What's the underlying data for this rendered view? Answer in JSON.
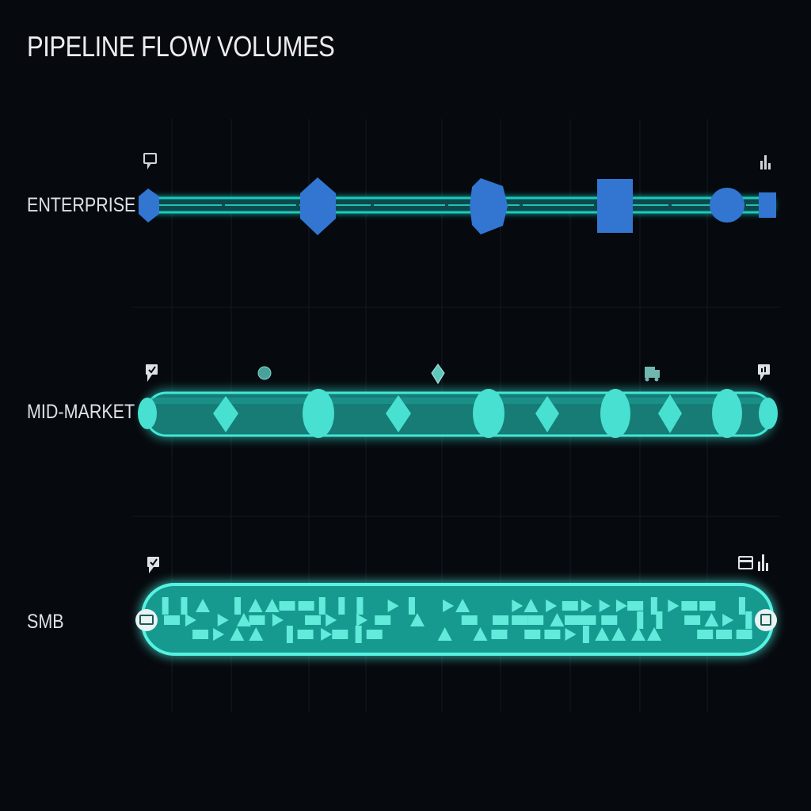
{
  "title": "PIPELINE FLOW VOLUMES",
  "colors": {
    "background": "#06090e",
    "grid": "#141c26",
    "enterprise_pipe": "#18b7b0",
    "enterprise_shapes": "#3276d2",
    "midmarket_pipe": "#2bd6c8",
    "midmarket_shapes": "#48e0d0",
    "smb_pipe": "#2ad8c6",
    "smb_shapes": "#62eadb",
    "glow": "#1fe3d2"
  },
  "lanes": [
    {
      "id": "enterprise",
      "label": "ENTERPRISE",
      "density": "sparse",
      "start_icon": "comment-icon",
      "end_icon": "bar-chart-icon"
    },
    {
      "id": "mid-market",
      "label": "MID-MARKET",
      "density": "moderate",
      "start_icon": "comment-check-icon",
      "end_icon": "comment-chart-icon",
      "marker_icons": [
        "dot-icon",
        "diamond-icon",
        "truck-icon"
      ]
    },
    {
      "id": "smb",
      "label": "SMB",
      "density": "dense",
      "start_icon": "comment-check-icon",
      "end_icons": [
        "card-icon",
        "bar-chart-icon"
      ]
    }
  ]
}
